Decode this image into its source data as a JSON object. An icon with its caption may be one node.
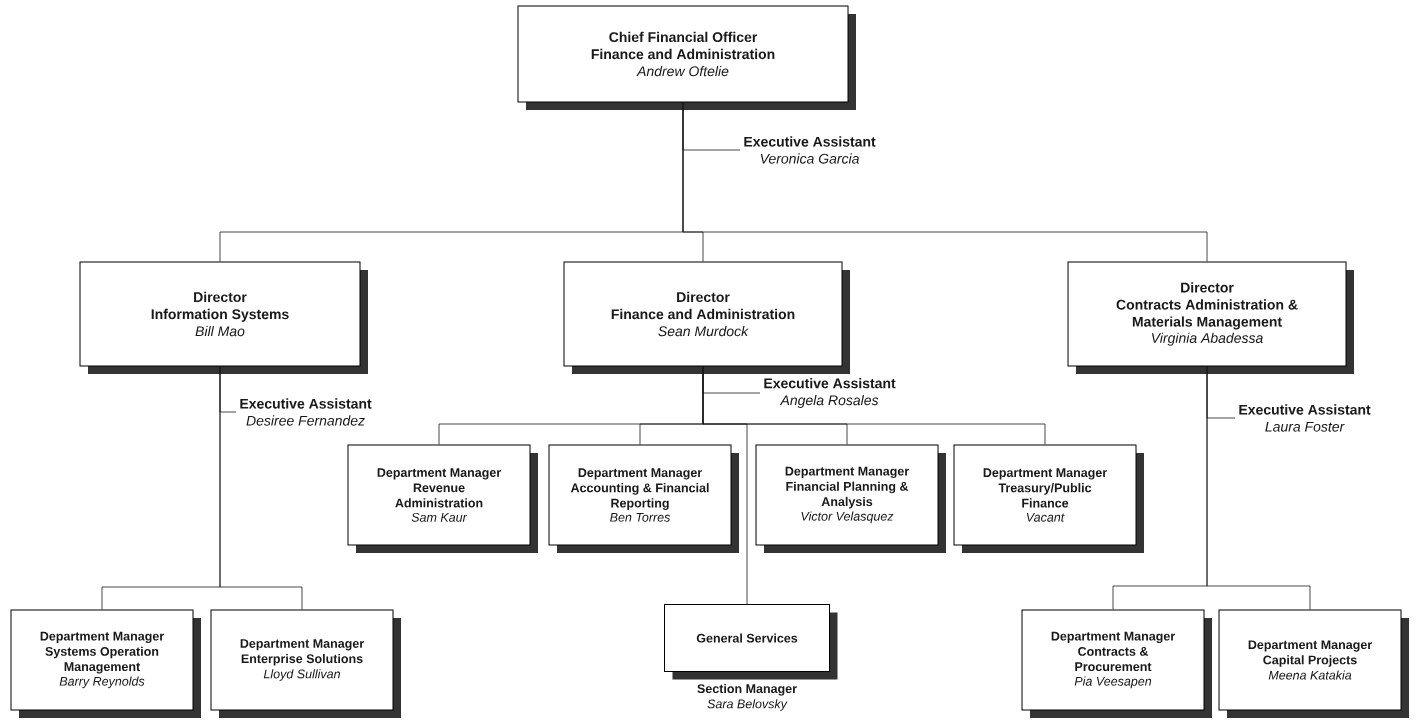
{
  "diagram": {
    "nodes": [
      {
        "text": [
          "Chief Financial Officer",
          "Finance and Administration",
          "Andrew Oftelie"
        ]
      },
      {
        "text": [
          "Executive Assistant",
          "Veronica Garcia"
        ]
      },
      {
        "text": [
          "Director",
          "Information Systems",
          "Bill Mao"
        ]
      },
      {
        "text": [
          "Director",
          "Finance and Administration",
          "Sean Murdock"
        ]
      },
      {
        "text": [
          "Director",
          "Contracts Administration & Materials Management",
          "Virginia Abadessa"
        ]
      },
      {
        "text": [
          "Executive Assistant",
          "Desiree Fernandez"
        ]
      },
      {
        "text": [
          "Executive Assistant",
          "Angela Rosales"
        ]
      },
      {
        "text": [
          "Executive Assistant",
          "Laura Foster"
        ]
      },
      {
        "text": [
          "Department Manager",
          "Revenue Administration",
          "Sam Kaur"
        ]
      },
      {
        "text": [
          "Department Manager",
          "Accounting & Financial Reporting",
          "Ben Torres"
        ]
      },
      {
        "text": [
          "Department Manager",
          "Financial Planning & Analysis",
          "Victor Velasquez"
        ]
      },
      {
        "text": [
          "Department Manager",
          "Treasury/Public Finance",
          "Vacant"
        ]
      },
      {
        "text": [
          "General Services"
        ],
        "beside": [
          "Section Manager",
          "Sara Belovsky"
        ]
      },
      {
        "text": [
          "Department Manager",
          "Systems Operation Management",
          "Barry Reynolds"
        ]
      },
      {
        "text": [
          "Department Manager",
          "Enterprise Solutions",
          "Lloyd Sullivan"
        ]
      },
      {
        "text": [
          "Department Manager",
          "Contracts & Procurement",
          "Pia Veesapen"
        ]
      },
      {
        "text": [
          "Department Manager",
          "Capital Projects",
          "Meena Katakia"
        ]
      }
    ],
    "edges": [
      {
        "from": 0,
        "to": 1,
        "arrow": "none"
      },
      {
        "from": 0,
        "to": 2,
        "arrow": "none"
      },
      {
        "from": 0,
        "to": 3,
        "arrow": "none"
      },
      {
        "from": 0,
        "to": 4,
        "arrow": "none"
      },
      {
        "from": 2,
        "to": 5,
        "arrow": "none"
      },
      {
        "from": 2,
        "to": 13,
        "arrow": "none"
      },
      {
        "from": 2,
        "to": 14,
        "arrow": "none"
      },
      {
        "from": 3,
        "to": 6,
        "arrow": "none"
      },
      {
        "from": 3,
        "to": 8,
        "arrow": "none"
      },
      {
        "from": 3,
        "to": 9,
        "arrow": "none"
      },
      {
        "from": 3,
        "to": 10,
        "arrow": "none"
      },
      {
        "from": 3,
        "to": 11,
        "arrow": "none"
      },
      {
        "from": 3,
        "to": 12,
        "arrow": "none"
      },
      {
        "from": 4,
        "to": 7,
        "arrow": "none"
      },
      {
        "from": 4,
        "to": 15,
        "arrow": "none"
      },
      {
        "from": 4,
        "to": 16,
        "arrow": "none"
      }
    ]
  }
}
